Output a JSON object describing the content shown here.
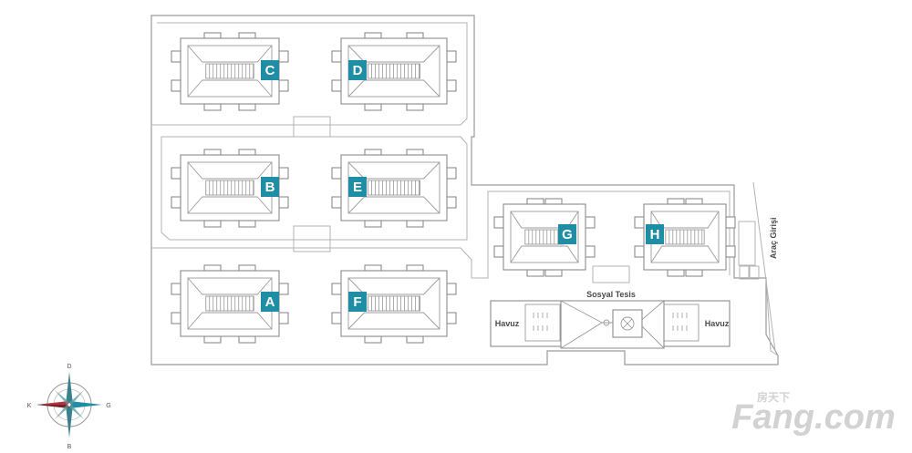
{
  "buildings": [
    {
      "id": "C",
      "label": "C"
    },
    {
      "id": "D",
      "label": "D"
    },
    {
      "id": "B",
      "label": "B"
    },
    {
      "id": "E",
      "label": "E"
    },
    {
      "id": "A",
      "label": "A"
    },
    {
      "id": "F",
      "label": "F"
    },
    {
      "id": "G",
      "label": "G"
    },
    {
      "id": "H",
      "label": "H"
    }
  ],
  "labels": {
    "social_facility": "Sosyal Tesis",
    "pool_left": "Havuz",
    "pool_right": "Havuz",
    "vehicle_entrance": "Araç Girişi"
  },
  "compass": {
    "north": "D",
    "south": "B",
    "east": "G",
    "west": "K"
  },
  "watermark": {
    "brand": "Fang.com",
    "cn": "房天下"
  },
  "colors": {
    "label_accent": "#1f8ea5",
    "compass_red": "#b8323c",
    "compass_teal": "#1f8ea5"
  }
}
